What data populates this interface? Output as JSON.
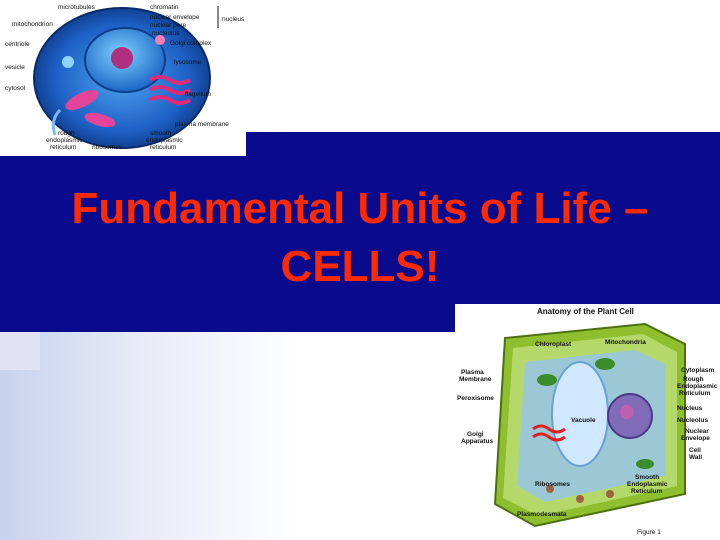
{
  "slide": {
    "title_line1": "Fundamental Units of Life –",
    "title_line2": "CELLS!",
    "band_color": "#0a0a8c",
    "title_color": "#ff2a00"
  },
  "animal_cell_labels": {
    "microtubules": "microtubules",
    "mitochondrion": "mitochondrion",
    "chromatin": "chromatin",
    "nuclear_envelope": "nuclear envelope",
    "nuclear_pore": "nuclear pore",
    "nucleolus": "nucleolus",
    "nucleus": "nucleus",
    "centriole": "centriole",
    "golgi_complex": "Golgi complex",
    "lysosome": "lysosome",
    "vesicle": "vesicle",
    "cytosol": "cytosol",
    "flagellum": "flagellum",
    "plasma_membrane": "plasma membrane",
    "rough_er_1": "rough",
    "rough_er_2": "endoplasmic",
    "rough_er_3": "reticulum",
    "ribosomes": "ribosomes",
    "smooth_er_1": "smooth",
    "smooth_er_2": "endoplasmic",
    "smooth_er_3": "reticulum"
  },
  "plant_cell_labels": {
    "title": "Anatomy of the Plant Cell",
    "chloroplast": "Chloroplast",
    "mitochondria": "Mitochondria",
    "plasma_membrane_1": "Plasma",
    "plasma_membrane_2": "Membrane",
    "peroxisome": "Peroxisome",
    "golgi_1": "Golgi",
    "golgi_2": "Apparatus",
    "vacuole": "Vacuole",
    "cytoplasm": "Cytoplasm",
    "rough_er_1": "Rough",
    "rough_er_2": "Endoplasmic",
    "rough_er_3": "Reticulum",
    "nucleus": "Nucleus",
    "nucleolus": "Nucleolus",
    "nuclear_envelope_1": "Nuclear",
    "nuclear_envelope_2": "Envelope",
    "cell_wall_1": "Cell",
    "cell_wall_2": "Wall",
    "ribosomes": "Ribosomes",
    "smooth_er_1": "Smooth",
    "smooth_er_2": "Endoplasmic",
    "smooth_er_3": "Reticulum",
    "plasmodesmata": "Plasmodesmata",
    "figure": "Figure 1"
  }
}
